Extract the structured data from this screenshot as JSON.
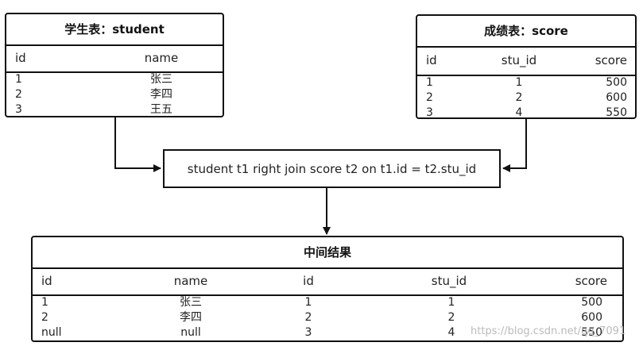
{
  "student_table": {
    "title": "学生表：student",
    "headers": [
      "id",
      "name"
    ],
    "rows": [
      [
        "1",
        "张三"
      ],
      [
        "2",
        "李四"
      ],
      [
        "3",
        "王五"
      ]
    ]
  },
  "score_table": {
    "title": "成绩表：score",
    "headers": [
      "id",
      "stu_id",
      "score"
    ],
    "rows": [
      [
        "1",
        "1",
        "500"
      ],
      [
        "2",
        "2",
        "600"
      ],
      [
        "3",
        "4",
        "550"
      ]
    ]
  },
  "join_box": {
    "text": "student t1 right join score t2 on t1.id = t2.stu_id"
  },
  "result_table": {
    "title": "中间结果",
    "headers": [
      "id",
      "name",
      "id",
      "stu_id",
      "score"
    ],
    "rows": [
      [
        "1",
        "张三",
        "1",
        "1",
        "500"
      ],
      [
        "2",
        "李四",
        "2",
        "2",
        "600"
      ],
      [
        "null",
        "null",
        "3",
        "4",
        "550"
      ]
    ]
  },
  "watermark": {
    "text": "https://blog.csdn.net/qq_7091"
  }
}
